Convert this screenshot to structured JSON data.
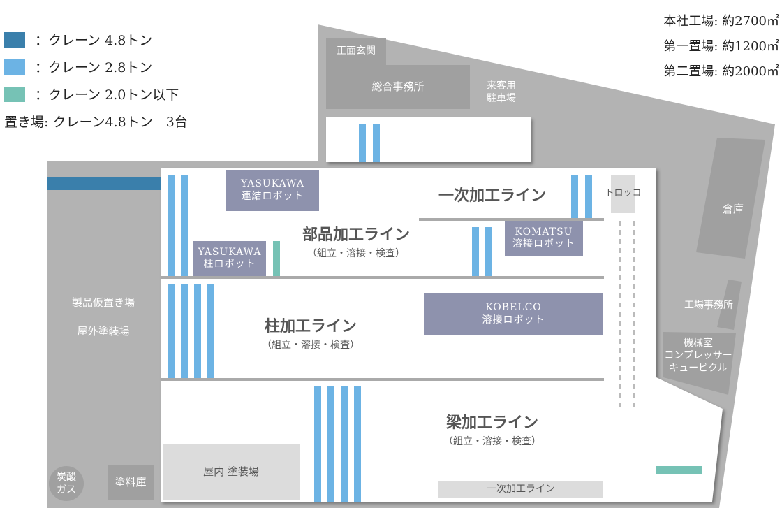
{
  "legend": {
    "items": [
      {
        "color": "#3a7fab",
        "label": "：クレーン 4.8トン"
      },
      {
        "color": "#6cb3e4",
        "label": "：クレーン 2.8トン"
      },
      {
        "color": "#76c2b5",
        "label": "：クレーン 2.0トン以下"
      }
    ],
    "note": "置き場: クレーン4.8トン　3台"
  },
  "areas": [
    "本社工場: 約2700㎡",
    "第一置場: 約1200㎡",
    "第二置場: 約2000㎡"
  ],
  "rooms": {
    "entrance": "正面玄関",
    "office": "総合事務所",
    "parking_1": "来客用",
    "parking_2": "駐車場",
    "warehouse": "倉庫",
    "factory_office": "工場事務所",
    "machine_1": "機械室",
    "machine_2": "コンプレッサー",
    "machine_3": "キュービクル",
    "trolley": "トロッコ",
    "product_storage": "製品仮置き場",
    "outdoor_paint": "屋外塗装場",
    "co2_1": "炭酸",
    "co2_2": "ガス",
    "paint_store": "塗料庫",
    "indoor_paint": "屋内 塗装場",
    "primary_line_small": "一次加工ライン"
  },
  "robots": {
    "yaskawa_link_1": "YASUKAWA",
    "yaskawa_link_2": "連結ロボット",
    "yaskawa_col_1": "YASUKAWA",
    "yaskawa_col_2": "柱ロボット",
    "komatsu_1": "KOMATSU",
    "komatsu_2": "溶接ロボット",
    "kobelco_1": "KOBELCO",
    "kobelco_2": "溶接ロボット"
  },
  "lines": {
    "primary": "一次加工ライン",
    "parts": "部品加工ライン",
    "parts_sub": "（組立・溶接・検査）",
    "column": "柱加工ライン",
    "column_sub": "（組立・溶接・検査）",
    "beam": "梁加工ライン",
    "beam_sub": "（組立・溶接・検査）"
  },
  "colors": {
    "crane_48": "#3a7fab",
    "crane_28": "#6cb3e4",
    "crane_20": "#76c2b5",
    "robot": "#8e92ad"
  }
}
